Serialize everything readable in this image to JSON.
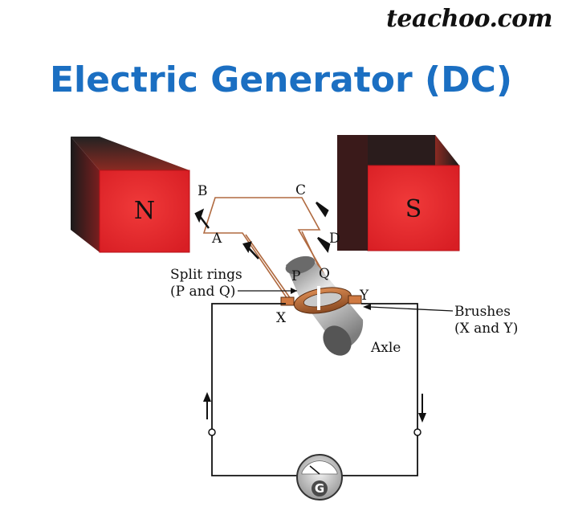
{
  "header": {
    "brand": "teachoo.com",
    "title": "Electric Generator (DC)"
  },
  "diagram": {
    "north_pole": "N",
    "south_pole": "S",
    "corner_a": "A",
    "corner_b": "B",
    "corner_c": "C",
    "corner_d": "D",
    "ring_p": "P",
    "ring_q": "Q",
    "brush_x": "X",
    "brush_y": "Y",
    "split_rings_line1": "Split rings",
    "split_rings_line2": "(P and Q)",
    "brushes_line1": "Brushes",
    "brushes_line2": "(X and Y)",
    "axle": "Axle",
    "galvanometer": "G"
  },
  "colors": {
    "title": "#1b6fc2",
    "magnet_face": "#e8232a",
    "coil": "#b06a40"
  }
}
